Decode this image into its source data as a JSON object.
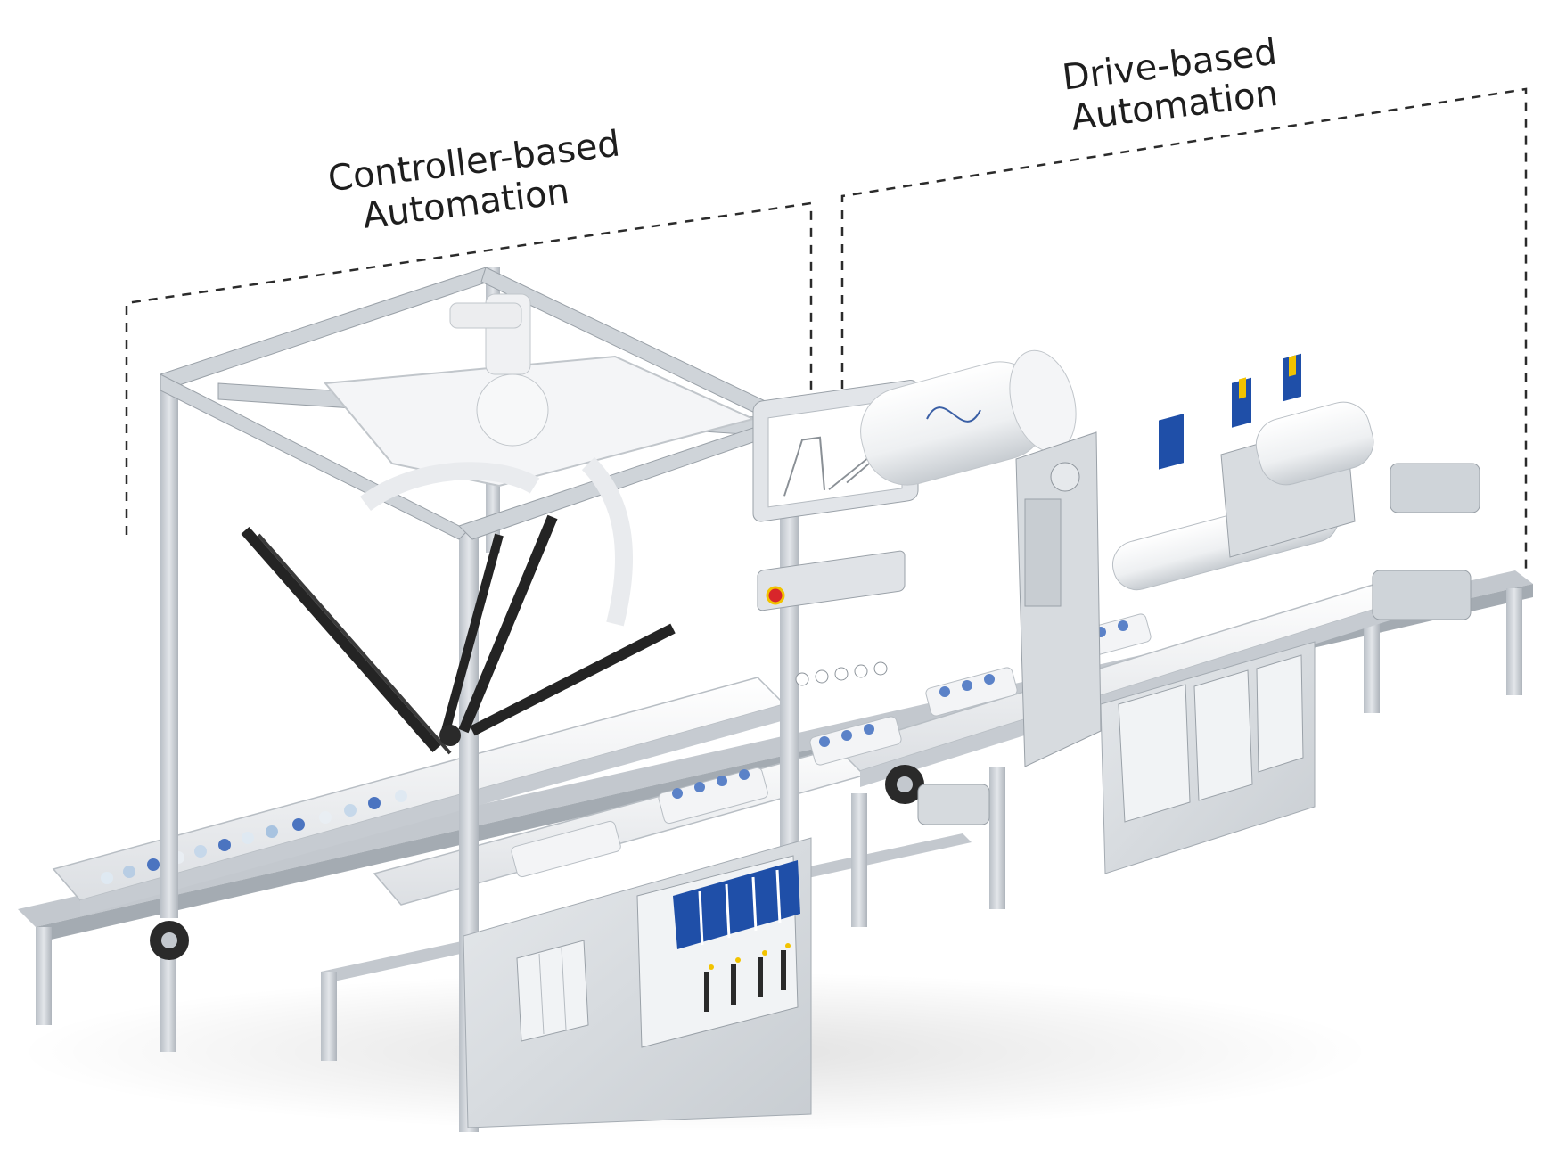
{
  "labels": {
    "controller": {
      "line1": "Controller-based",
      "line2": "Automation"
    },
    "drive": {
      "line1": "Drive-based",
      "line2": "Automation"
    }
  },
  "colors": {
    "frame": "#c9ced4",
    "frame_dark": "#9aa1a8",
    "belt": "#f4f5f6",
    "drive_blue": "#1f4fa8",
    "drive_body": "#eef0f2",
    "robot_arm": "#2a2a2a",
    "dash": "#2b2b2b",
    "emergency_red": "#d8262b",
    "emergency_yellow": "#f2c300",
    "accent_yellow": "#f2c300"
  }
}
